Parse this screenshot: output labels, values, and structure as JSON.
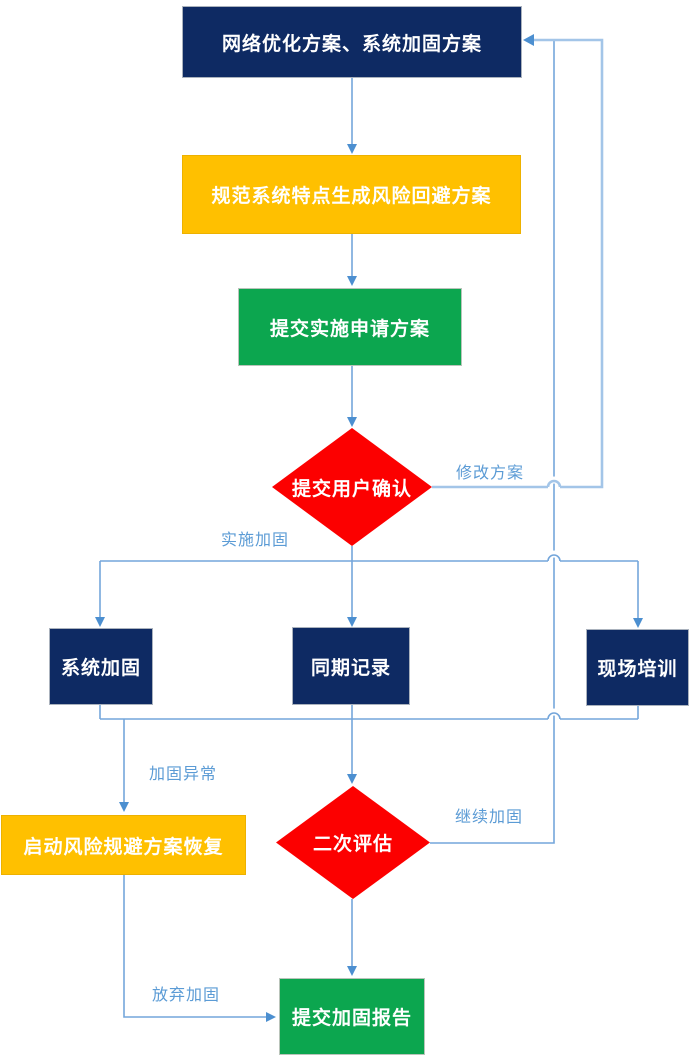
{
  "colors": {
    "line": "#74a6db",
    "line2": "#a3c5e8",
    "arrow": "#4c8fd0",
    "label": "#5b9bd5",
    "navy": "#0e2a63",
    "yellow": "#ffc000",
    "green": "#0ca64f",
    "red": "#fc0000"
  },
  "nodes": {
    "plan": {
      "label": "网络优化方案、系统加固方案",
      "color": "#0e2a63",
      "shape": "rect"
    },
    "avoidance": {
      "label": "规范系统特点生成风险回避方案",
      "color": "#ffc000",
      "shape": "rect"
    },
    "apply": {
      "label": "提交实施申请方案",
      "color": "#0ca64f",
      "shape": "rect"
    },
    "confirm": {
      "label": "提交用户确认",
      "color": "#fc0000",
      "shape": "diamond"
    },
    "harden": {
      "label": "系统加固",
      "color": "#0e2a63",
      "shape": "rect"
    },
    "record": {
      "label": "同期记录",
      "color": "#0e2a63",
      "shape": "rect"
    },
    "training": {
      "label": "现场培训",
      "color": "#0e2a63",
      "shape": "rect"
    },
    "recover": {
      "label": "启动风险规避方案恢复",
      "color": "#ffc000",
      "shape": "rect"
    },
    "evaluate": {
      "label": "二次评估",
      "color": "#fc0000",
      "shape": "diamond"
    },
    "report": {
      "label": "提交加固报告",
      "color": "#0ca64f",
      "shape": "rect"
    }
  },
  "edge_labels": {
    "modify": "修改方案",
    "implement": "实施加固",
    "abnormal": "加固异常",
    "continue": "继续加固",
    "abandon": "放弃加固"
  }
}
